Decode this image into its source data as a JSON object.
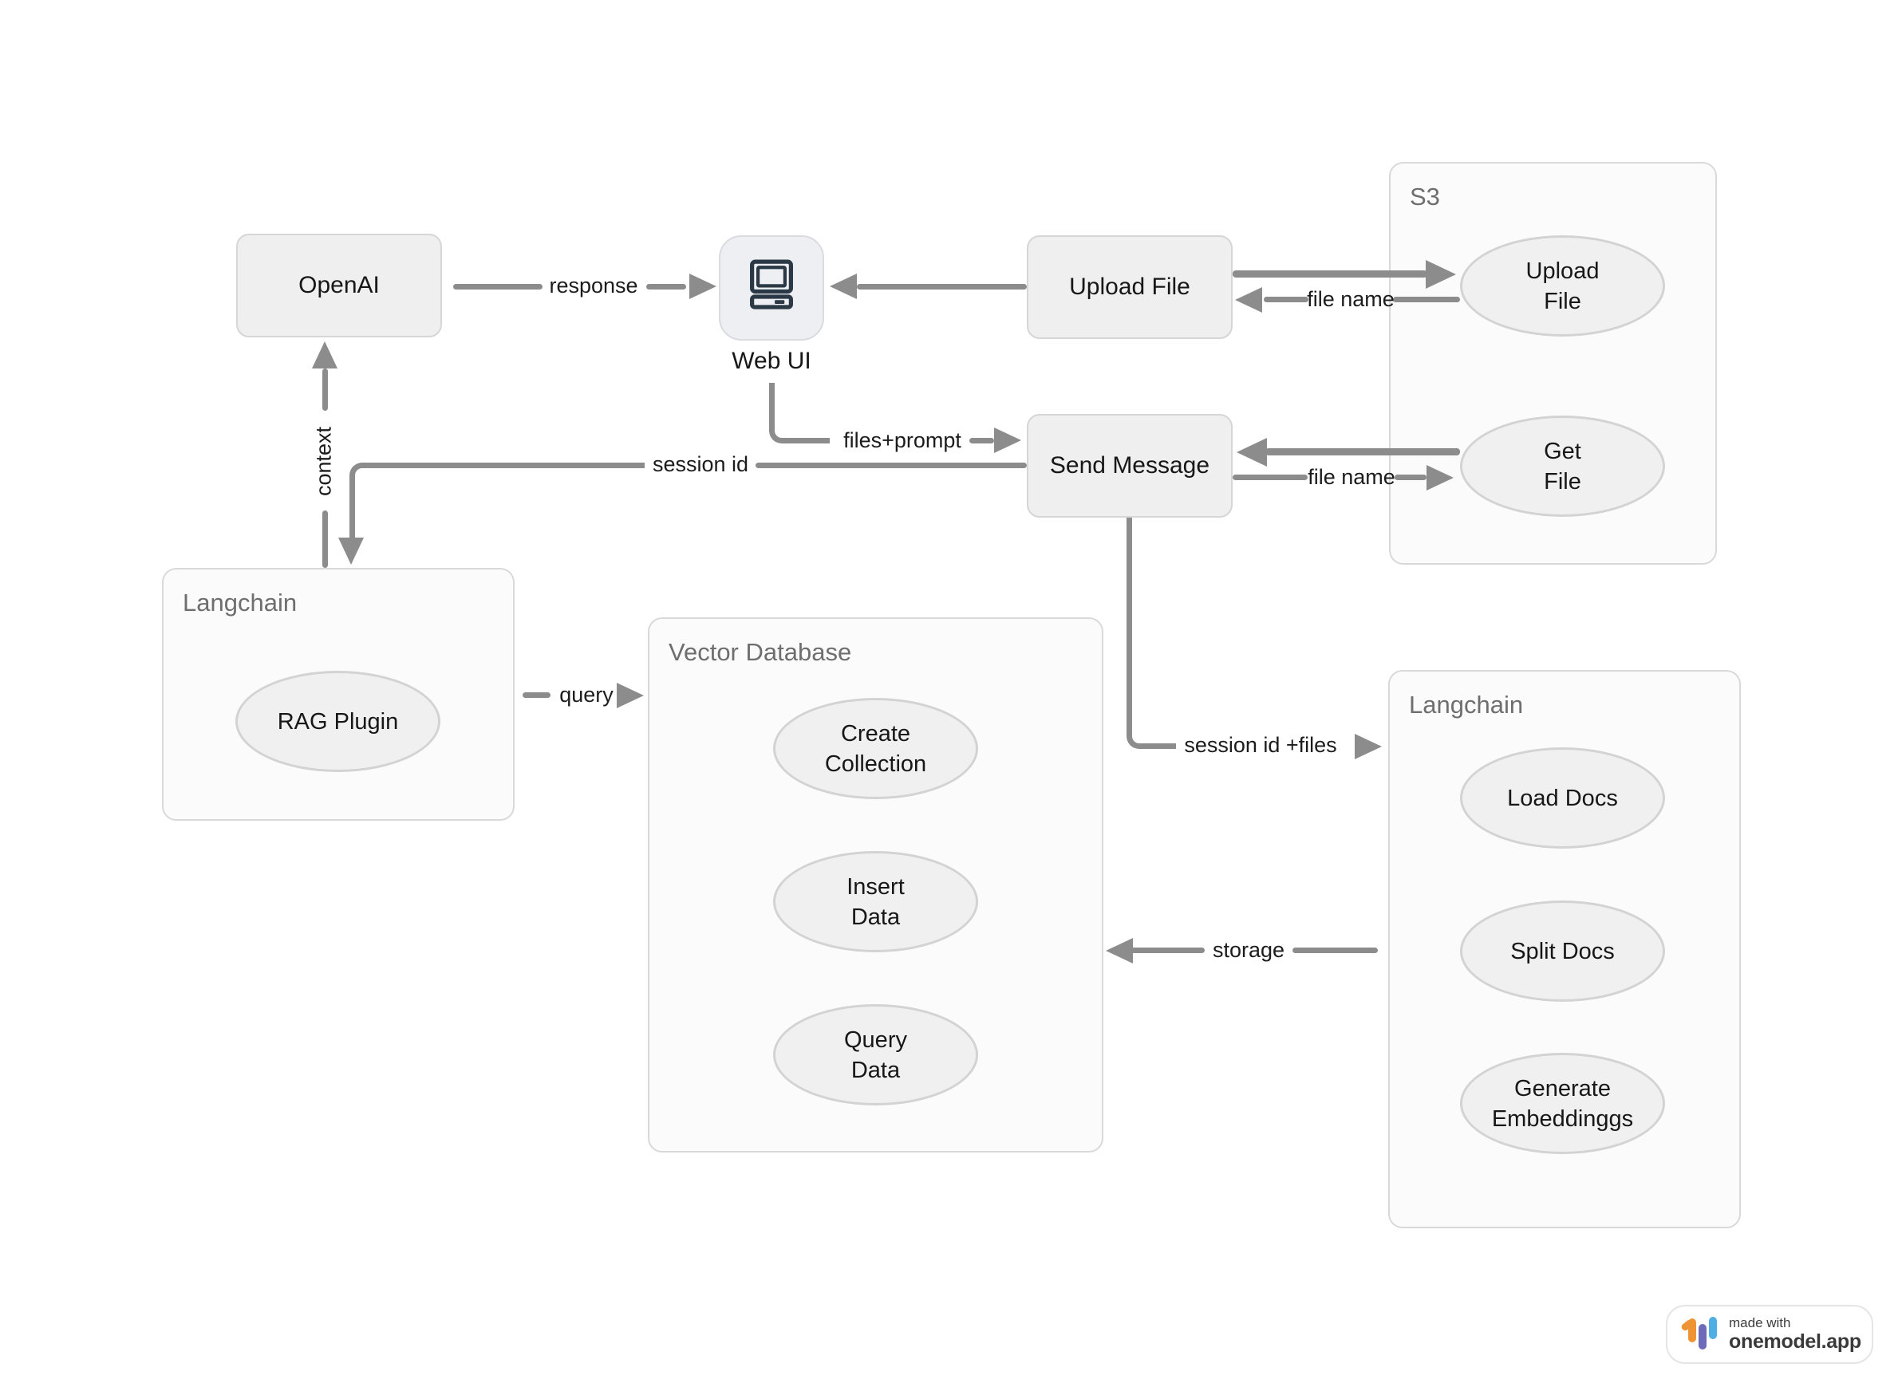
{
  "nodes": {
    "openai": {
      "label": "OpenAI"
    },
    "web_ui": {
      "label": "Web UI"
    },
    "upload_file": {
      "label": "Upload File"
    },
    "send_message": {
      "label": "Send Message"
    }
  },
  "containers": {
    "s3": {
      "title": "S3"
    },
    "langchain_left": {
      "title": "Langchain"
    },
    "vector_db": {
      "title": "Vector Database"
    },
    "langchain_right": {
      "title": "Langchain"
    }
  },
  "processes": {
    "rag_plugin": {
      "label": "RAG Plugin"
    },
    "s3_upload_file": {
      "line1": "Upload",
      "line2": "File"
    },
    "s3_get_file": {
      "line1": "Get",
      "line2": "File"
    },
    "create_collection": {
      "line1": "Create",
      "line2": "Collection"
    },
    "insert_data": {
      "line1": "Insert",
      "line2": "Data"
    },
    "query_data": {
      "line1": "Query",
      "line2": "Data"
    },
    "load_docs": {
      "label": "Load Docs"
    },
    "split_docs": {
      "label": "Split Docs"
    },
    "generate_embeddings": {
      "line1": "Generate",
      "line2": "Embeddinggs"
    }
  },
  "edge_labels": {
    "response": "response",
    "context": "context",
    "session_id": "session id",
    "files_prompt": "files+prompt",
    "file_name_upload": "file name",
    "file_name_get": "file name",
    "query": "query",
    "session_id_files": "session id +files",
    "storage": "storage"
  },
  "badge": {
    "made_with": "made with",
    "brand": "onemodel.app"
  },
  "colors": {
    "edge": "#8c8c8c",
    "node_fill": "#efefef",
    "node_border": "#d6d6d6",
    "container_fill": "#fbfbfb",
    "title_text": "#6e6e6e",
    "logo_orange": "#EE9434",
    "logo_purple": "#6C6CBB",
    "logo_blue": "#4FAEE3"
  }
}
